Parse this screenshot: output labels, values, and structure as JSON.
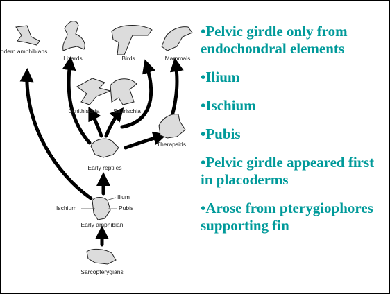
{
  "diagram": {
    "labels": {
      "modern_amphibians": "Modern amphibians",
      "lizards": "Lizards",
      "birds": "Birds",
      "mammals": "Mammals",
      "ornithischia": "Ornithischia",
      "saurischia": "Saurischia",
      "therapsids": "Therapsids",
      "early_reptiles": "Early reptiles",
      "ilium": "Ilium",
      "ischium": "Ischium",
      "pubis": "Pubis",
      "early_amphibian": "Early amphibian",
      "sarcopterygians": "Sarcopterygians"
    }
  },
  "bullets": [
    "•Pelvic girdle only from endochondral elements",
    "•Ilium",
    "•Ischium",
    "•Pubis",
    "•Pelvic girdle appeared first in placoderms",
    "•Arose from pterygiophores supporting fin"
  ],
  "colors": {
    "bullet_text": "#009a9a",
    "arrows": "#000000"
  }
}
